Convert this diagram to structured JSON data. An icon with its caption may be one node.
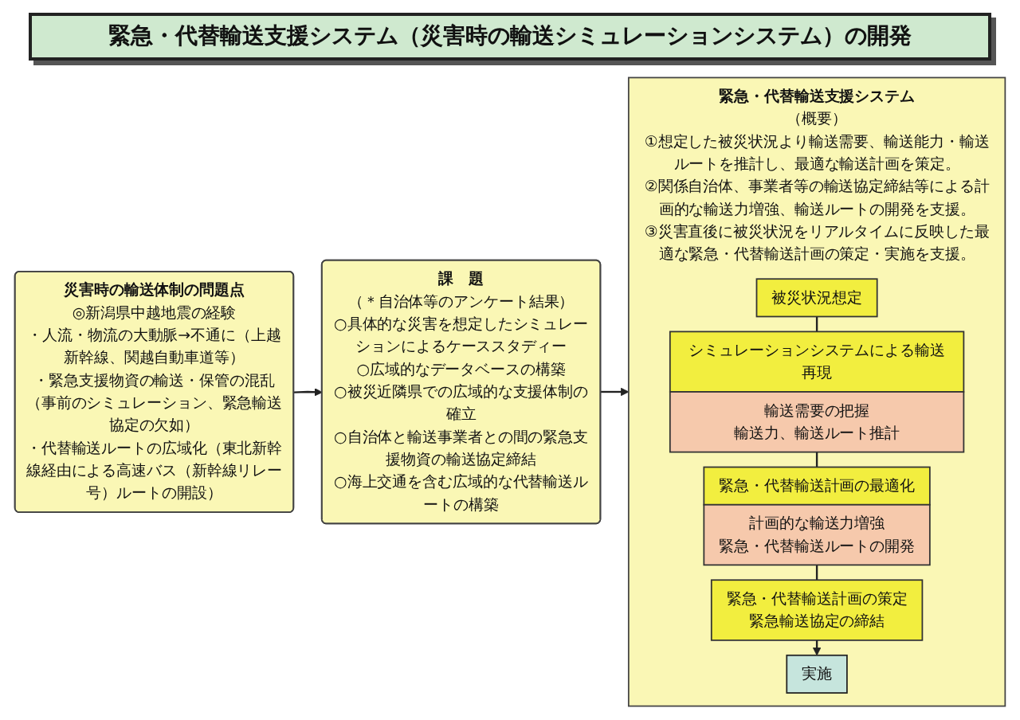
{
  "diagram": {
    "title": "緊急・代替輸送支援システム（災害時の輸送シミュレーションシステム）の開発",
    "nodes": [
      {
        "text": [
          "災害時の輸送体制の問題点",
          "◎新潟県中越地震の経験",
          "・人流・物流の大動脈→不通に（上越新幹線、関越自動車道等）",
          "・緊急支援物資の輸送・保管の混乱（事前のシミュレーション、緊急輸送協定の欠如）",
          "・代替輸送ルートの広域化（東北新幹線経由による高速バス（新幹線リレー号）ルートの開設）"
        ]
      },
      {
        "text": [
          "課　題",
          "（＊自治体等のアンケート結果）",
          "○具体的な災害を想定したシミュレーションによるケーススタディー",
          "○広域的なデータベースの構築",
          "○被災近隣県での広域的な支援体制の確立",
          "○自治体と輸送事業者との間の緊急支援物資の輸送協定締結",
          "○海上交通を含む広域的な代替輸送ルートの構築"
        ]
      },
      {
        "text": [
          "緊急・代替輸送支援システム",
          "（概要）",
          "①想定した被災状況より輸送需要、輸送能力・輸送ルートを推計し、最適な輸送計画を策定。",
          "②関係自治体、事業者等の輸送協定締結等による計画的な輸送力増強、輸送ルートの開発を支援。",
          "③災害直後に被災状況をリアルタイムに反映した最適な緊急・代替輸送計画の策定・実施を支援。"
        ]
      },
      {
        "text": [
          "被災状況想定"
        ],
        "in": 2
      },
      {
        "text": [
          "シミュレーションシステムによる輸送再現"
        ],
        "in": 2
      },
      {
        "text": [
          "輸送需要の把握",
          "輸送力、輸送ルート推計"
        ],
        "in": 2
      },
      {
        "text": [
          "緊急・代替輸送計画の最適化"
        ],
        "in": 2
      },
      {
        "text": [
          "計画的な輸送力増強",
          "緊急・代替輸送ルートの開発"
        ],
        "in": 2
      },
      {
        "text": [
          "緊急・代替輸送計画の策定",
          "緊急輸送協定の締結"
        ],
        "in": 2
      },
      {
        "text": [
          "実施"
        ],
        "in": 2
      }
    ],
    "edges": [
      {
        "from": 0,
        "to": 1,
        "arrow": "to"
      },
      {
        "from": 1,
        "to": 2,
        "arrow": "to"
      },
      {
        "from": 3,
        "to": 4,
        "arrow": "none"
      },
      {
        "from": 5,
        "to": 6,
        "arrow": "none"
      },
      {
        "from": 7,
        "to": 8,
        "arrow": "none"
      },
      {
        "from": 8,
        "to": 9,
        "arrow": "to"
      }
    ]
  }
}
